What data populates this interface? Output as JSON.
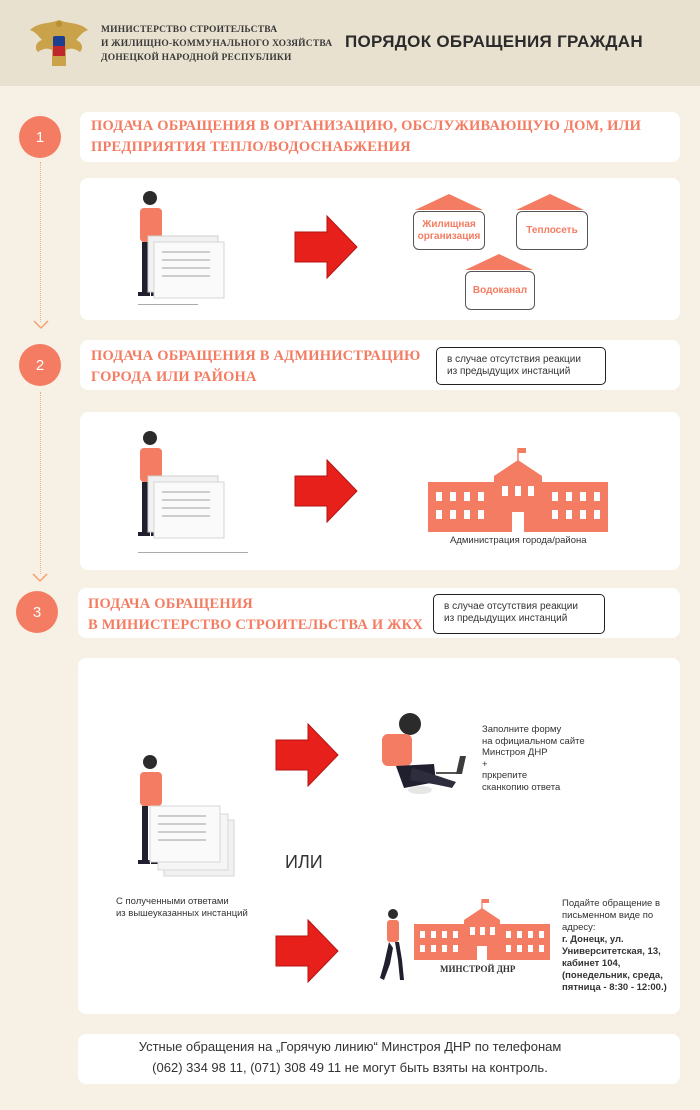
{
  "header": {
    "org_line1": "МИНИСТЕРСТВО СТРОИТЕЛЬСТВА",
    "org_line2": "И ЖИЛИЩНО-КОММУНАЛЬНОГО ХОЗЯЙСТВА",
    "org_line3": "ДОНЕЦКОЙ НАРОДНОЙ РЕСПУБЛИКИ",
    "title": "ПОРЯДОК ОБРАЩЕНИЯ ГРАЖДАН"
  },
  "steps": [
    {
      "number": "1",
      "title_line1": "ПОДАЧА ОБРАЩЕНИЯ В ОРГАНИЗАЦИЮ, ОБСЛУЖИВАЮЩУЮ ДОМ, ИЛИ",
      "title_line2": "ПРЕДПРИЯТИЯ ТЕПЛО/ВОДОСНАБЖЕНИЯ",
      "orgs": [
        "Жилищная организация",
        "Теплосеть",
        "Водоканал"
      ]
    },
    {
      "number": "2",
      "title_line1": "ПОДАЧА ОБРАЩЕНИЯ В АДМИНИСТРАЦИЮ",
      "title_line2": "ГОРОДА ИЛИ РАЙОНА",
      "note_line1": "в случае отсутствия реакции",
      "note_line2": "из предыдущих инстанций",
      "building_caption": "Администрация города/района"
    },
    {
      "number": "3",
      "title_line1": "ПОДАЧА ОБРАЩЕНИЯ",
      "title_line2": "В МИНИСТЕРСТВО СТРОИТЕЛЬСТВА И ЖКХ",
      "note_line1": "в случае отсутствия реакции",
      "note_line2": "из предыдущих инстанций",
      "with_answers_line1": "С полученными ответами",
      "with_answers_line2": "из вышеуказанных инстанций",
      "or_label": "ИЛИ",
      "online_lines": [
        "Заполните форму",
        "на официальном сайте",
        "Минстроя ДНР",
        "+",
        "пркрепите",
        "сканкопию ответа"
      ],
      "ministry_caption": "МИНСТРОЙ ДНР",
      "written_lines": [
        "Подайте обращение в",
        "письменном виде по",
        "адресу:"
      ],
      "address_lines": [
        "г. Донецк, ул.",
        "Университетская, 13,",
        "кабинет 104,",
        "(понедельник, среда,",
        "пятница - 8:30 - 12:00.)"
      ]
    }
  ],
  "footer": {
    "line1": "Устные обращения на „Горячую линию“ Минстроя ДНР по телефонам",
    "line2": "(062) 334 98 11, (071) 308 49 11 не могут быть взяты на контроль."
  },
  "colors": {
    "accent": "#f47c62",
    "arrow": "#e8201c",
    "background": "#f6f1e4",
    "header_bg": "#e9e1cf"
  }
}
